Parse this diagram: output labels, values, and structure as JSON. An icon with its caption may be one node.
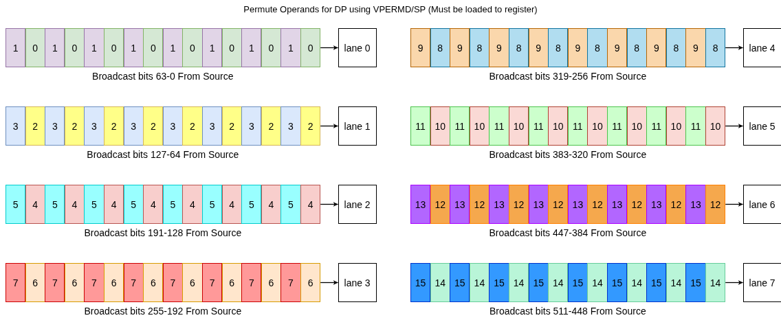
{
  "diagram": {
    "title": "Permute Operands for DP using VPERMD/SP (Must be loaded to register)",
    "nodes": [
      {
        "text": [
          "1"
        ]
      },
      {
        "text": [
          "0"
        ]
      },
      {
        "text": [
          "1"
        ]
      },
      {
        "text": [
          "0"
        ]
      },
      {
        "text": [
          "1"
        ]
      },
      {
        "text": [
          "0"
        ]
      },
      {
        "text": [
          "1"
        ]
      },
      {
        "text": [
          "0"
        ]
      },
      {
        "text": [
          "1"
        ]
      },
      {
        "text": [
          "0"
        ]
      },
      {
        "text": [
          "1"
        ]
      },
      {
        "text": [
          "0"
        ]
      },
      {
        "text": [
          "1"
        ]
      },
      {
        "text": [
          "0"
        ]
      },
      {
        "text": [
          "1"
        ]
      },
      {
        "text": [
          "0"
        ]
      },
      {
        "text": [
          "lane 0"
        ]
      },
      {
        "text": [
          "3"
        ]
      },
      {
        "text": [
          "2"
        ]
      },
      {
        "text": [
          "3"
        ]
      },
      {
        "text": [
          "2"
        ]
      },
      {
        "text": [
          "3"
        ]
      },
      {
        "text": [
          "2"
        ]
      },
      {
        "text": [
          "3"
        ]
      },
      {
        "text": [
          "2"
        ]
      },
      {
        "text": [
          "3"
        ]
      },
      {
        "text": [
          "2"
        ]
      },
      {
        "text": [
          "3"
        ]
      },
      {
        "text": [
          "2"
        ]
      },
      {
        "text": [
          "3"
        ]
      },
      {
        "text": [
          "2"
        ]
      },
      {
        "text": [
          "3"
        ]
      },
      {
        "text": [
          "2"
        ]
      },
      {
        "text": [
          "lane 1"
        ]
      },
      {
        "text": [
          "5"
        ]
      },
      {
        "text": [
          "4"
        ]
      },
      {
        "text": [
          "5"
        ]
      },
      {
        "text": [
          "4"
        ]
      },
      {
        "text": [
          "5"
        ]
      },
      {
        "text": [
          "4"
        ]
      },
      {
        "text": [
          "5"
        ]
      },
      {
        "text": [
          "4"
        ]
      },
      {
        "text": [
          "5"
        ]
      },
      {
        "text": [
          "4"
        ]
      },
      {
        "text": [
          "5"
        ]
      },
      {
        "text": [
          "4"
        ]
      },
      {
        "text": [
          "5"
        ]
      },
      {
        "text": [
          "4"
        ]
      },
      {
        "text": [
          "5"
        ]
      },
      {
        "text": [
          "4"
        ]
      },
      {
        "text": [
          "lane 2"
        ]
      },
      {
        "text": [
          "7"
        ]
      },
      {
        "text": [
          "6"
        ]
      },
      {
        "text": [
          "7"
        ]
      },
      {
        "text": [
          "6"
        ]
      },
      {
        "text": [
          "7"
        ]
      },
      {
        "text": [
          "6"
        ]
      },
      {
        "text": [
          "7"
        ]
      },
      {
        "text": [
          "6"
        ]
      },
      {
        "text": [
          "7"
        ]
      },
      {
        "text": [
          "6"
        ]
      },
      {
        "text": [
          "7"
        ]
      },
      {
        "text": [
          "6"
        ]
      },
      {
        "text": [
          "7"
        ]
      },
      {
        "text": [
          "6"
        ]
      },
      {
        "text": [
          "7"
        ]
      },
      {
        "text": [
          "6"
        ]
      },
      {
        "text": [
          "lane 3"
        ]
      },
      {
        "text": [
          "9"
        ]
      },
      {
        "text": [
          "8"
        ]
      },
      {
        "text": [
          "9"
        ]
      },
      {
        "text": [
          "8"
        ]
      },
      {
        "text": [
          "9"
        ]
      },
      {
        "text": [
          "8"
        ]
      },
      {
        "text": [
          "9"
        ]
      },
      {
        "text": [
          "8"
        ]
      },
      {
        "text": [
          "9"
        ]
      },
      {
        "text": [
          "8"
        ]
      },
      {
        "text": [
          "9"
        ]
      },
      {
        "text": [
          "8"
        ]
      },
      {
        "text": [
          "9"
        ]
      },
      {
        "text": [
          "8"
        ]
      },
      {
        "text": [
          "9"
        ]
      },
      {
        "text": [
          "8"
        ]
      },
      {
        "text": [
          "lane 4"
        ]
      },
      {
        "text": [
          "11"
        ]
      },
      {
        "text": [
          "10"
        ]
      },
      {
        "text": [
          "11"
        ]
      },
      {
        "text": [
          "10"
        ]
      },
      {
        "text": [
          "11"
        ]
      },
      {
        "text": [
          "10"
        ]
      },
      {
        "text": [
          "11"
        ]
      },
      {
        "text": [
          "10"
        ]
      },
      {
        "text": [
          "11"
        ]
      },
      {
        "text": [
          "10"
        ]
      },
      {
        "text": [
          "11"
        ]
      },
      {
        "text": [
          "10"
        ]
      },
      {
        "text": [
          "11"
        ]
      },
      {
        "text": [
          "10"
        ]
      },
      {
        "text": [
          "11"
        ]
      },
      {
        "text": [
          "10"
        ]
      },
      {
        "text": [
          "lane 5"
        ]
      },
      {
        "text": [
          "13"
        ]
      },
      {
        "text": [
          "12"
        ]
      },
      {
        "text": [
          "13"
        ]
      },
      {
        "text": [
          "12"
        ]
      },
      {
        "text": [
          "13"
        ]
      },
      {
        "text": [
          "12"
        ]
      },
      {
        "text": [
          "13"
        ]
      },
      {
        "text": [
          "12"
        ]
      },
      {
        "text": [
          "13"
        ]
      },
      {
        "text": [
          "12"
        ]
      },
      {
        "text": [
          "13"
        ]
      },
      {
        "text": [
          "12"
        ]
      },
      {
        "text": [
          "13"
        ]
      },
      {
        "text": [
          "12"
        ]
      },
      {
        "text": [
          "13"
        ]
      },
      {
        "text": [
          "12"
        ]
      },
      {
        "text": [
          "lane 6"
        ]
      },
      {
        "text": [
          "15"
        ]
      },
      {
        "text": [
          "14"
        ]
      },
      {
        "text": [
          "15"
        ]
      },
      {
        "text": [
          "14"
        ]
      },
      {
        "text": [
          "15"
        ]
      },
      {
        "text": [
          "14"
        ]
      },
      {
        "text": [
          "15"
        ]
      },
      {
        "text": [
          "14"
        ]
      },
      {
        "text": [
          "15"
        ]
      },
      {
        "text": [
          "14"
        ]
      },
      {
        "text": [
          "15"
        ]
      },
      {
        "text": [
          "14"
        ]
      },
      {
        "text": [
          "15"
        ]
      },
      {
        "text": [
          "14"
        ]
      },
      {
        "text": [
          "15"
        ]
      },
      {
        "text": [
          "14"
        ]
      },
      {
        "text": [
          "lane 7"
        ]
      }
    ],
    "edges": [
      {
        "from": 15,
        "to": 16,
        "arrow": "to"
      },
      {
        "from": 32,
        "to": 33,
        "arrow": "to"
      },
      {
        "from": 49,
        "to": 50,
        "arrow": "to"
      },
      {
        "from": 66,
        "to": 67,
        "arrow": "to"
      },
      {
        "from": 83,
        "to": 84,
        "arrow": "to"
      },
      {
        "from": 100,
        "to": 101,
        "arrow": "to"
      },
      {
        "from": 117,
        "to": 118,
        "arrow": "to"
      },
      {
        "from": 134,
        "to": 135,
        "arrow": "to"
      }
    ],
    "labels": [
      "Broadcast bits 63-0 From Source",
      "Broadcast bits 127-64 From Source",
      "Broadcast bits 191-128 From Source",
      "Broadcast bits 255-192 From Source",
      "Broadcast bits 319-256 From Source",
      "Broadcast bits 383-320 From Source",
      "Broadcast bits 447-384 From Source",
      "Broadcast bits 511-448 From Source"
    ]
  }
}
